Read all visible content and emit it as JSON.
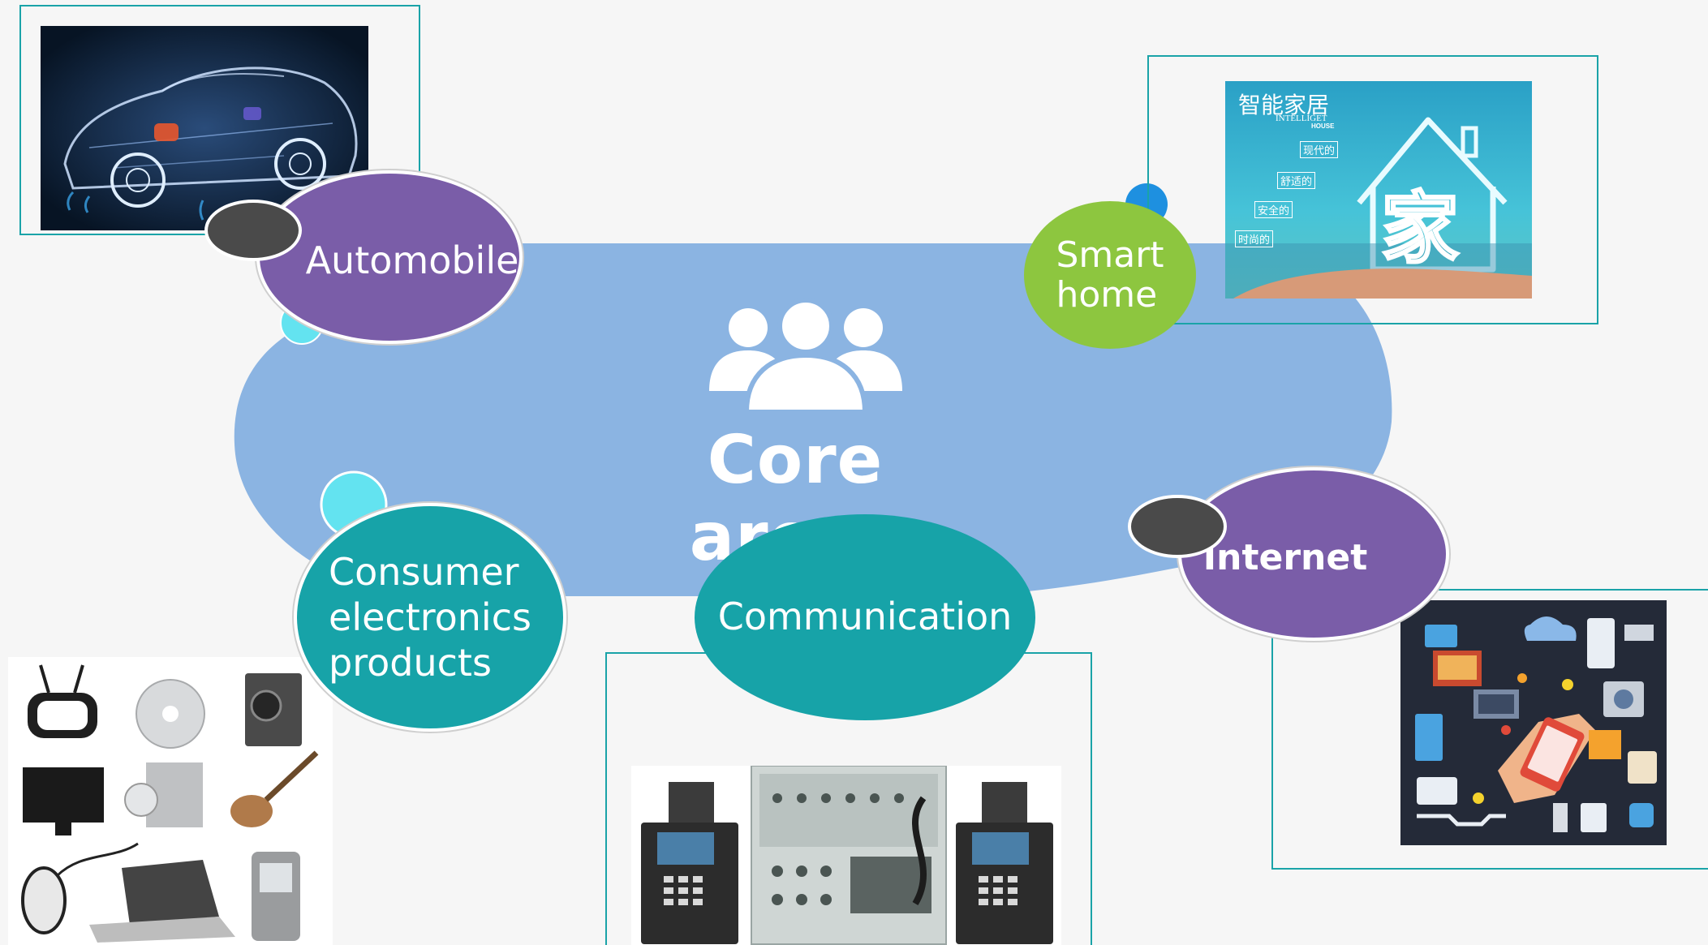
{
  "core": {
    "title": "Core areas",
    "icon": "people-group-icon"
  },
  "areas": {
    "automobile": {
      "label": "Automobile",
      "color": "#7a5da8",
      "icon": "car-icon"
    },
    "smart_home": {
      "label_line1": "Smart",
      "label_line2": "home",
      "color": "#8dc63f",
      "icon": "smart-home-icon",
      "image_title": "智能家居",
      "image_subtitle_1": "INTELLIGET",
      "image_subtitle_2": "HOUSE",
      "image_tags": [
        "现代的",
        "舒适的",
        "安全的",
        "时尚的"
      ],
      "image_char": "家"
    },
    "internet": {
      "label": "Internet",
      "color": "#7a5da8",
      "icon": "iot-devices-icon"
    },
    "communication": {
      "label": "Communication",
      "color": "#17a3a8",
      "icon": "communication-equipment-icon"
    },
    "consumer": {
      "label_line1": "Consumer",
      "label_line2": "electronics",
      "label_line3": "products",
      "color": "#17a3a8",
      "icon": "consumer-electronics-icon"
    }
  },
  "colors": {
    "cloud": "#8bb4e2",
    "frame": "#1aa3a8",
    "bubble_dark": "#4a4a4a",
    "bubble_cyan": "#63e3f0",
    "bubble_blue": "#1e90e0",
    "background": "#f6f6f6"
  }
}
